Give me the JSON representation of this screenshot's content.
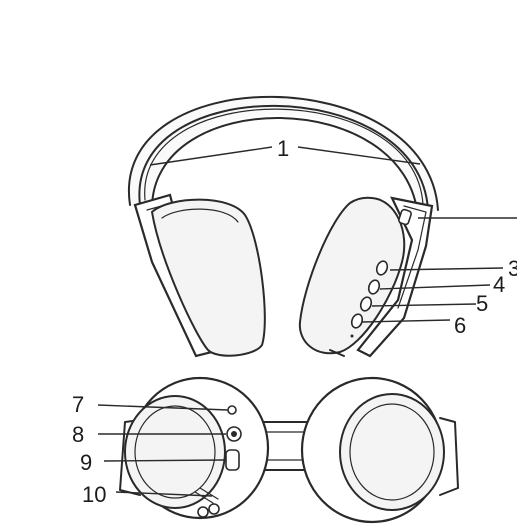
{
  "callouts": {
    "c1": "1",
    "c3": "3",
    "c4": "4",
    "c5": "5",
    "c6": "6",
    "c7": "7",
    "c8": "8",
    "c9": "9",
    "c10": "10"
  }
}
